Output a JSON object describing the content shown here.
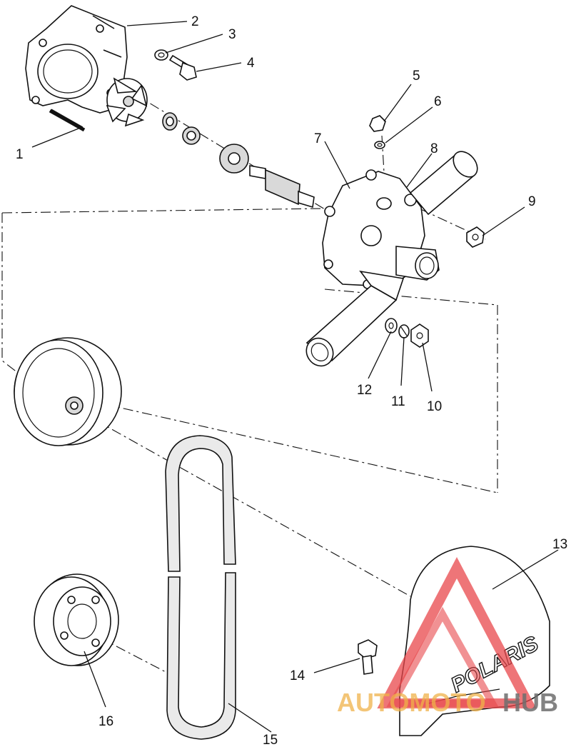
{
  "diagram": {
    "callouts": [
      {
        "id": "1",
        "label": "1"
      },
      {
        "id": "2",
        "label": "2"
      },
      {
        "id": "3",
        "label": "3"
      },
      {
        "id": "4",
        "label": "4"
      },
      {
        "id": "5",
        "label": "5"
      },
      {
        "id": "6",
        "label": "6"
      },
      {
        "id": "7",
        "label": "7"
      },
      {
        "id": "8",
        "label": "8"
      },
      {
        "id": "9",
        "label": "9"
      },
      {
        "id": "10",
        "label": "10"
      },
      {
        "id": "11",
        "label": "11"
      },
      {
        "id": "12",
        "label": "12"
      },
      {
        "id": "13",
        "label": "13"
      },
      {
        "id": "14",
        "label": "14"
      },
      {
        "id": "15",
        "label": "15"
      },
      {
        "id": "16",
        "label": "16"
      }
    ],
    "cover_logo": "POLARIS"
  },
  "watermark": {
    "text_a": "AUTOMOTO",
    "text_b": "HUB",
    "color_triangle": "#e8474b",
    "color_a": "#f0b24a",
    "color_b": "#6e6e6e"
  }
}
